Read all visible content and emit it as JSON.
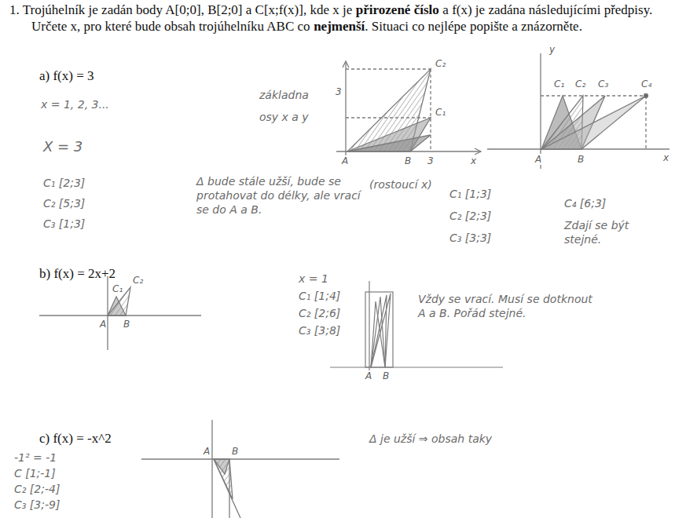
{
  "diagram": {
    "labels": [
      "1. Trojúhelník je zadán body A[0;0], B[2;0] a C[x;f(x)], kde x je",
      "přirozené číslo",
      "a f(x) je zadána následujícími předpisy. Určete x, pro které bude obsah trojúhelníku ABC co",
      "nejmenší",
      ". Situaci co nejlépe popište a znázorněte.",
      "a) f(x) = 3",
      "x = 1, 2, 3...",
      "X = 3",
      "C₁ [2;3]",
      "C₂ [5;3]",
      "C₃ [1;3]",
      "základna",
      "osy x a y",
      "Δ bude stále užší, bude se protahovat do délky, ale vrací se do A a B.",
      "(rostoucí x)",
      "C₂",
      "C₁",
      "3",
      "A",
      "B",
      "3",
      "x",
      "y",
      "C₁",
      "C₂",
      "C₃",
      "C₄",
      "A",
      "B",
      "x",
      "C₁ [1;3]",
      "C₂ [2;3]",
      "C₃ [3;3]",
      "C₄ [6;3]",
      "Zdají se být stejné.",
      "b) f(x) = 2x+2",
      "C₁",
      "C₂",
      "A",
      "B",
      "x = 1",
      "C₁ [1;4]",
      "C₂ [2;6]",
      "C₃ [3;8]",
      "A",
      "B",
      "Vždy se vrací. Musí se dotknout A a B. Pořád stejné.",
      "c) f(x) = -x^2",
      "-1² = -1",
      "C [1;-1]",
      "C₂ [2;-4]",
      "C₃ [3;-9]",
      "A",
      "B",
      "Δ je užší ⇒ obsah taky"
    ]
  }
}
